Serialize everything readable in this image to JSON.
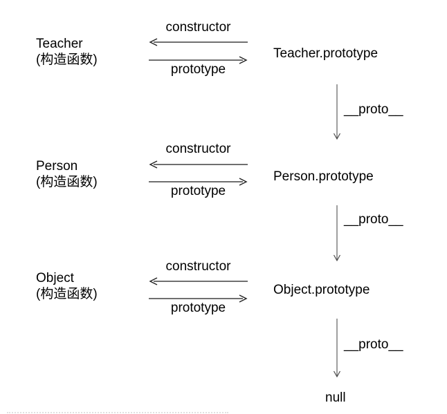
{
  "colors": {
    "background": "#ffffff",
    "text": "#000000",
    "arrow_line": "#6f6f6f",
    "arrow_head": "#222222"
  },
  "chain": {
    "rows": [
      {
        "name": "Teacher",
        "note": "(构造函数)",
        "constructor_label": "constructor",
        "prototype_label": "prototype",
        "prototype_object": "Teacher.prototype",
        "proto_label": "__proto__"
      },
      {
        "name": "Person",
        "note": "(构造函数)",
        "constructor_label": "constructor",
        "prototype_label": "prototype",
        "prototype_object": "Person.prototype",
        "proto_label": "__proto__"
      },
      {
        "name": "Object",
        "note": "(构造函数)",
        "constructor_label": "constructor",
        "prototype_label": "prototype",
        "prototype_object": "Object.prototype",
        "proto_label": "__proto__"
      }
    ],
    "terminal": "null"
  }
}
